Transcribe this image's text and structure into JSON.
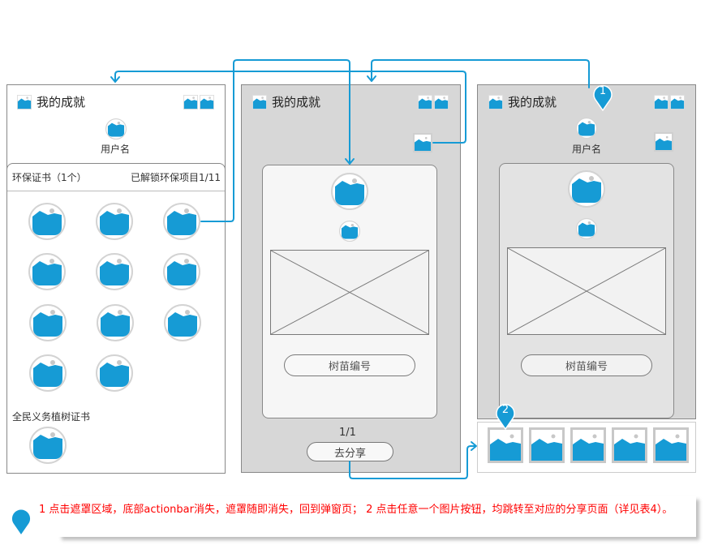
{
  "panels": {
    "achievements": {
      "title": "我的成就",
      "username": "用户名",
      "cert_section": {
        "title": "环保证书（1个）",
        "unlocked": "已解锁环保项目1/11",
        "badge_count": 11
      },
      "tree_section": {
        "title": "全民义务植树证书",
        "badge_count": 1
      }
    },
    "popup": {
      "title": "我的成就",
      "seedling_button": "树苗编号",
      "pager": "1/1",
      "share_button": "去分享"
    },
    "share": {
      "title": "我的成就",
      "username": "用户名",
      "seedling_button": "树苗编号",
      "share_targets_count": 5
    }
  },
  "markers": [
    "1",
    "2"
  ],
  "note": {
    "text": "1 点击遮罩区域，底部actionbar消失，遮罩随即消失，回到弹窗页； 2 点击任意一个图片按钮，均跳转至对应的分享页面（详见表4）。"
  },
  "icons": {
    "image": "image-icon",
    "badge": "badge-icon",
    "marker": "marker-pin-icon"
  },
  "colors": {
    "accent": "#169bd5",
    "note_text": "#ff0000",
    "mask_gray": "#d7d7d7"
  }
}
